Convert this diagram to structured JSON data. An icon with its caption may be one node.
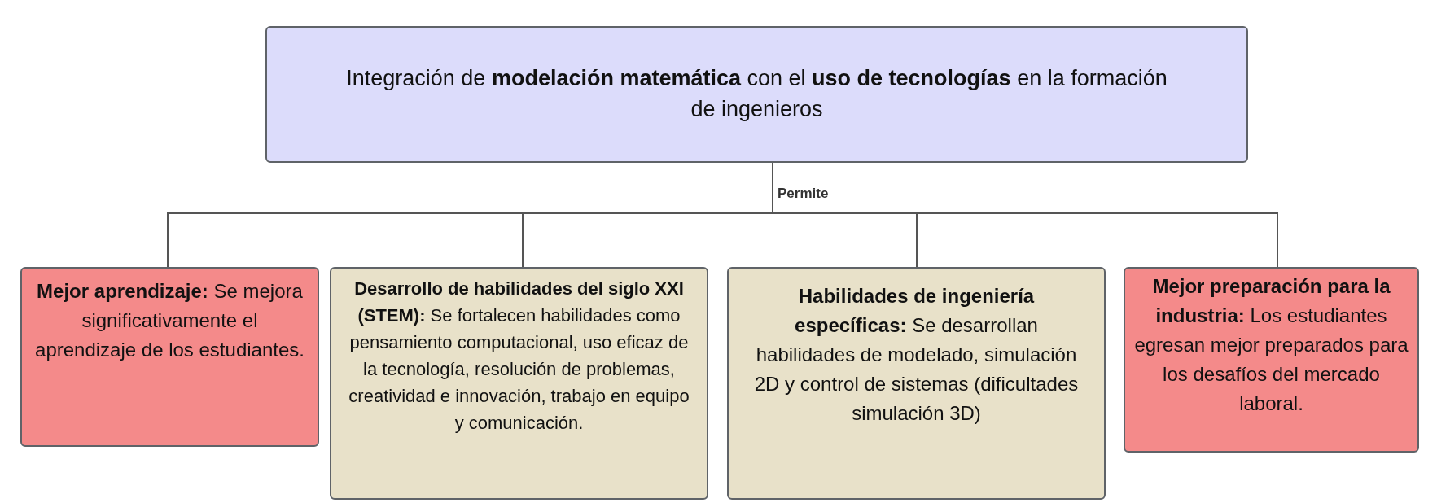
{
  "diagram": {
    "nodes": [
      {
        "text": [
          "Integración de **modelación matemática** con el **uso de tecnologías** en la formación de ingenieros"
        ]
      },
      {
        "text": [
          "**Mejor aprendizaje:** Se mejora significativamente el aprendizaje de los estudiantes."
        ]
      },
      {
        "text": [
          "**Desarrollo de habilidades del siglo XXI (STEM):** Se fortalecen habilidades como pensamiento computacional, uso eficaz de la tecnología, resolución de problemas, creatividad e innovación, trabajo en equipo y comunicación."
        ]
      },
      {
        "text": [
          "**Habilidades de ingeniería específicas:** Se desarrollan habilidades de modelado, simulación 2D y control de sistemas (dificultades simulación 3D)"
        ]
      },
      {
        "text": [
          "**Mejor preparación para la industria:** Los estudiantes egresan mejor preparados para los desafíos del mercado laboral."
        ]
      }
    ],
    "edges": [
      {
        "from": 0,
        "to": 1,
        "arrow": "none",
        "label": "Permite"
      },
      {
        "from": 0,
        "to": 2,
        "arrow": "none"
      },
      {
        "from": 0,
        "to": 3,
        "arrow": "none"
      },
      {
        "from": 0,
        "to": 4,
        "arrow": "none"
      }
    ]
  }
}
